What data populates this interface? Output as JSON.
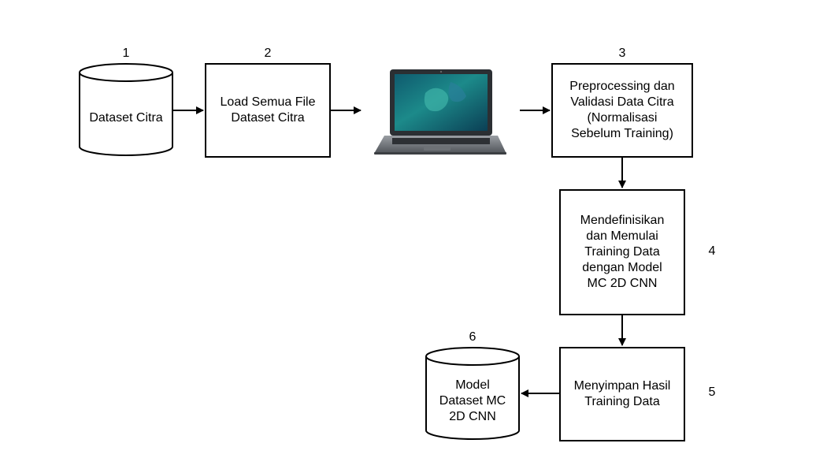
{
  "nodes": {
    "dataset_citra": {
      "number": "1",
      "label": "Dataset Citra"
    },
    "load_files": {
      "number": "2",
      "label": "Load Semua File\nDataset Citra"
    },
    "preprocessing": {
      "number": "3",
      "label": "Preprocessing dan\nValidasi Data Citra\n(Normalisasi\nSebelum Training)"
    },
    "training": {
      "number": "4",
      "label": "Mendefinisikan\ndan Memulai\nTraining Data\ndengan Model\nMC 2D CNN"
    },
    "save_results": {
      "number": "5",
      "label": "Menyimpan Hasil\nTraining Data"
    },
    "model_dataset": {
      "number": "6",
      "label": "Model\nDataset MC\n2D CNN"
    }
  },
  "icons": {
    "laptop": "laptop-icon"
  },
  "colors": {
    "stroke": "#000000",
    "background": "#ffffff"
  }
}
